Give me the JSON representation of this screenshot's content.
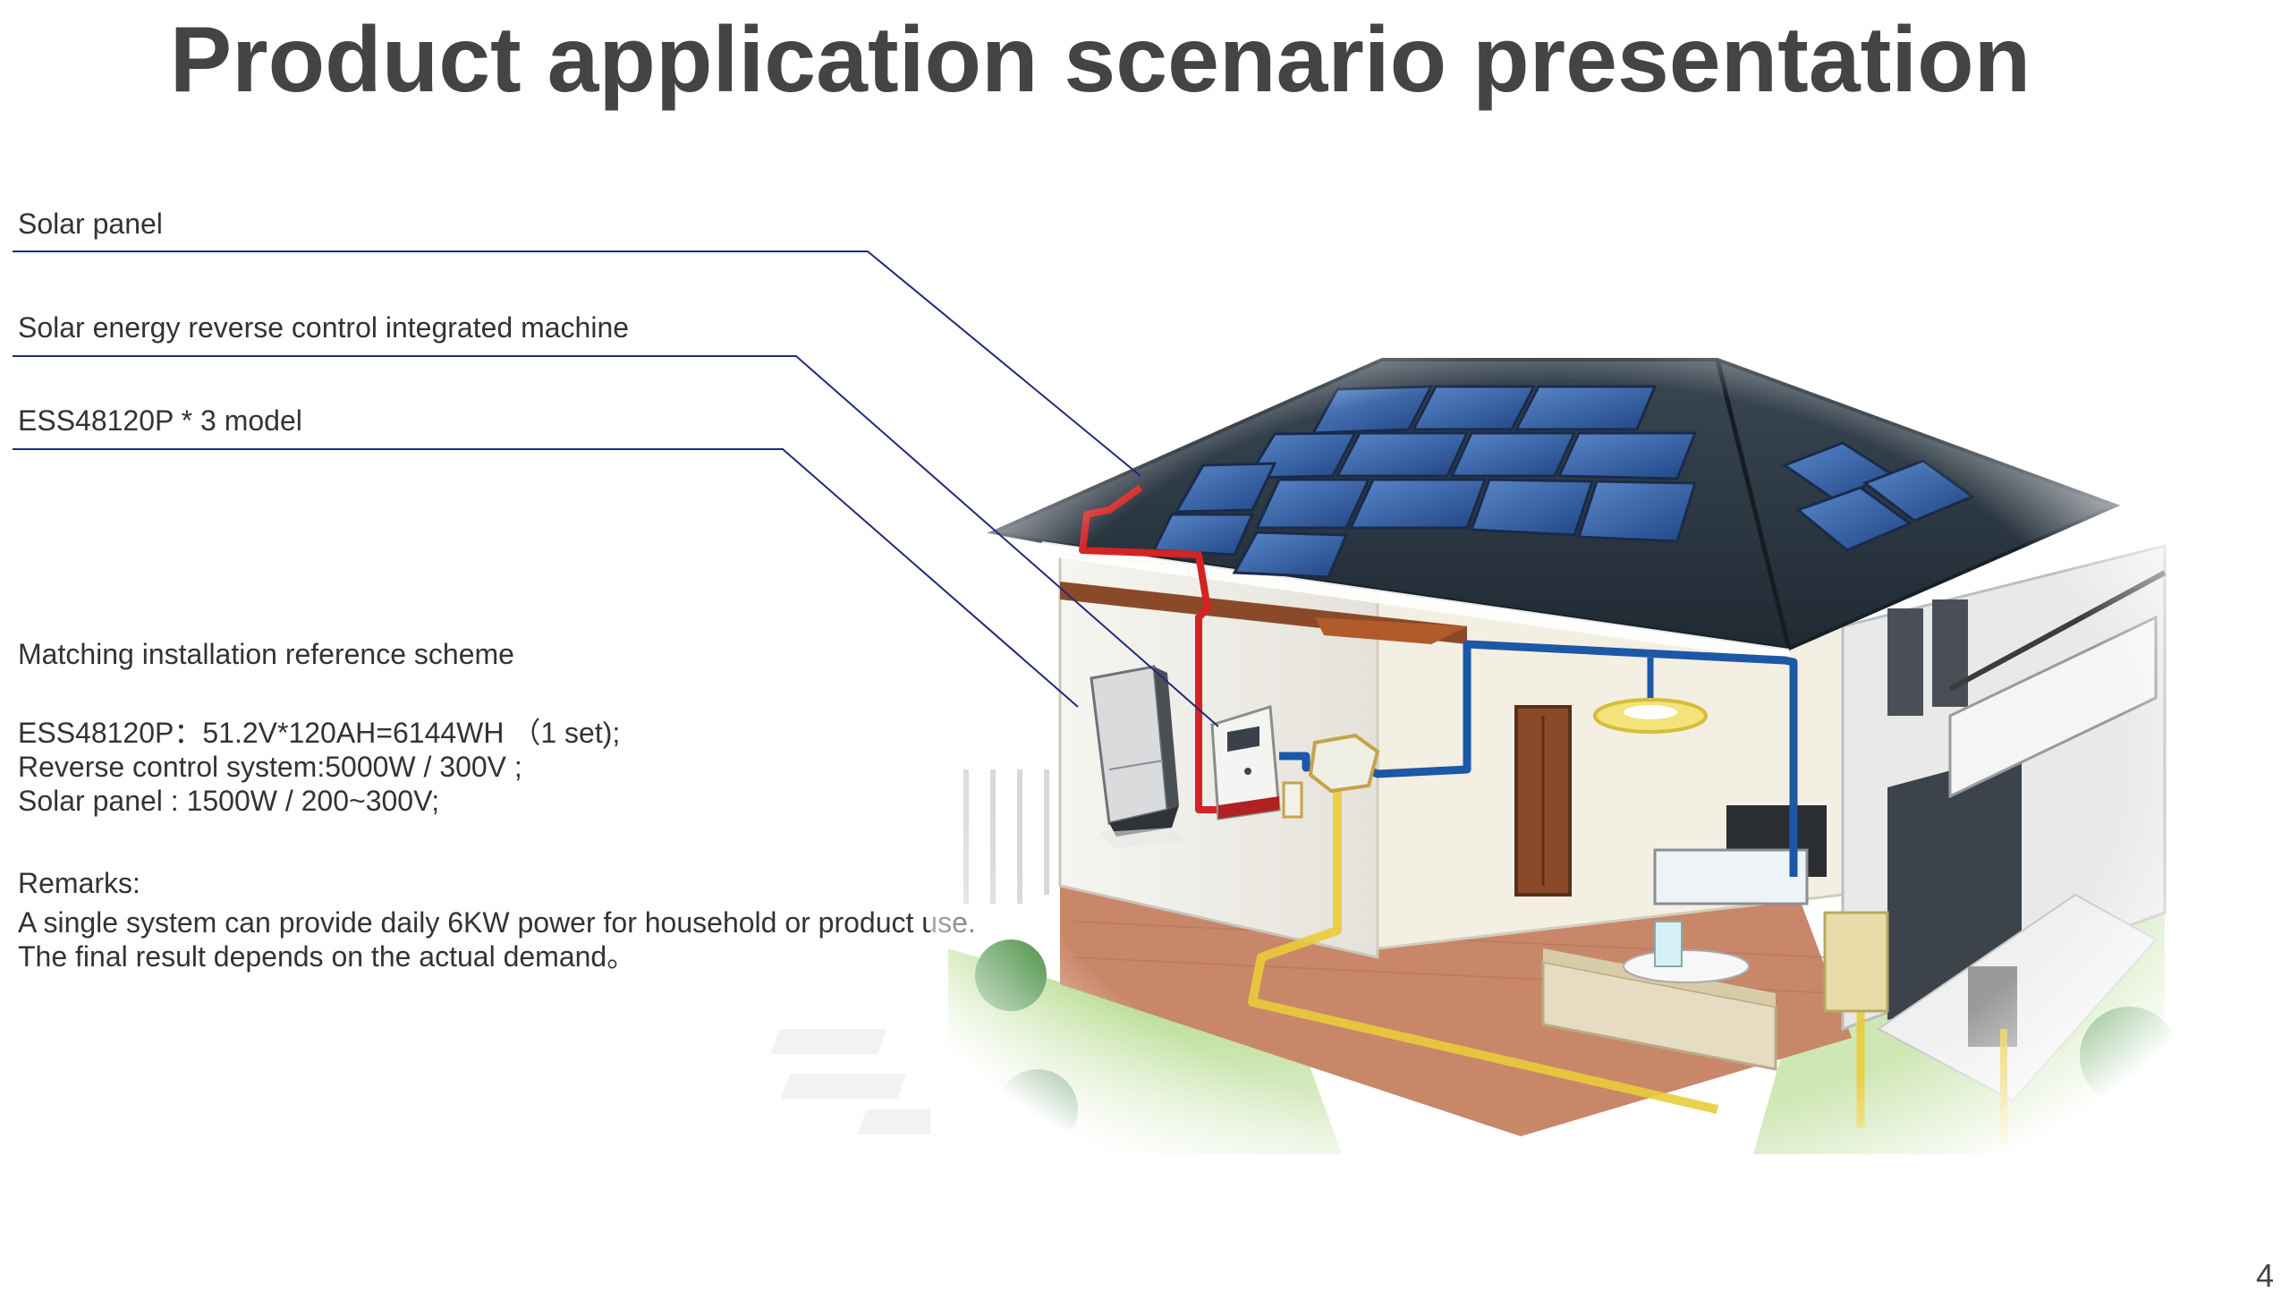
{
  "title": "Product application scenario presentation",
  "callouts": [
    "Solar panel",
    "Solar energy reverse control integrated machine",
    "ESS48120P * 3 model"
  ],
  "scheme": {
    "heading": "Matching installation reference scheme",
    "lines": [
      "ESS48120P：51.2V*120AH=6144WH （1 set);",
      "Reverse control system:5000W / 300V ;",
      "Solar panel : 1500W / 200~300V;"
    ]
  },
  "remarks": {
    "heading": "Remarks:",
    "lines": [
      "A single system can provide daily 6KW power for household or product use.",
      "The final result depends on the actual demand。"
    ]
  },
  "page_number": "4",
  "colors": {
    "callout_line": "#1f2a7a",
    "roof": "#26323d",
    "solar_panel": "#2e5fa6",
    "dc_cable": "#d42323",
    "ac_cable": "#1c57a8",
    "ground_cable": "#e9cc3a",
    "floor": "#c9876a",
    "lawn": "#9bcf6a"
  }
}
